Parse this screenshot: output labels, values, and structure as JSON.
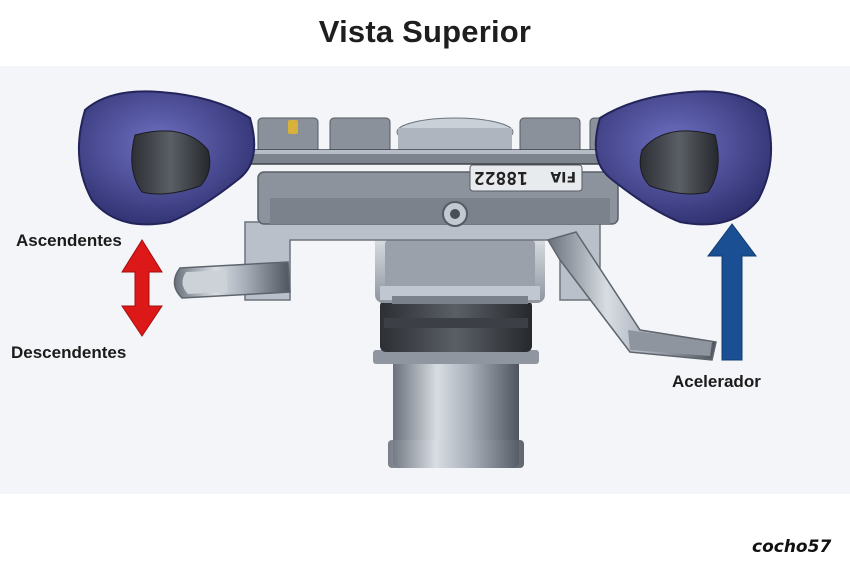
{
  "title": "Vista Superior",
  "labels": {
    "up_down_top": "Ascendentes",
    "up_down_bottom": "Descendentes",
    "accelerator": "Acelerador"
  },
  "plate_text": "18822",
  "badge_text": "FIA",
  "watermark": "cocho57",
  "colors": {
    "up_down_arrow": "#dc1818",
    "accelerator_arrow": "#1b4f93",
    "grips": "#4e4fa3",
    "metal": "#b3bac4"
  }
}
